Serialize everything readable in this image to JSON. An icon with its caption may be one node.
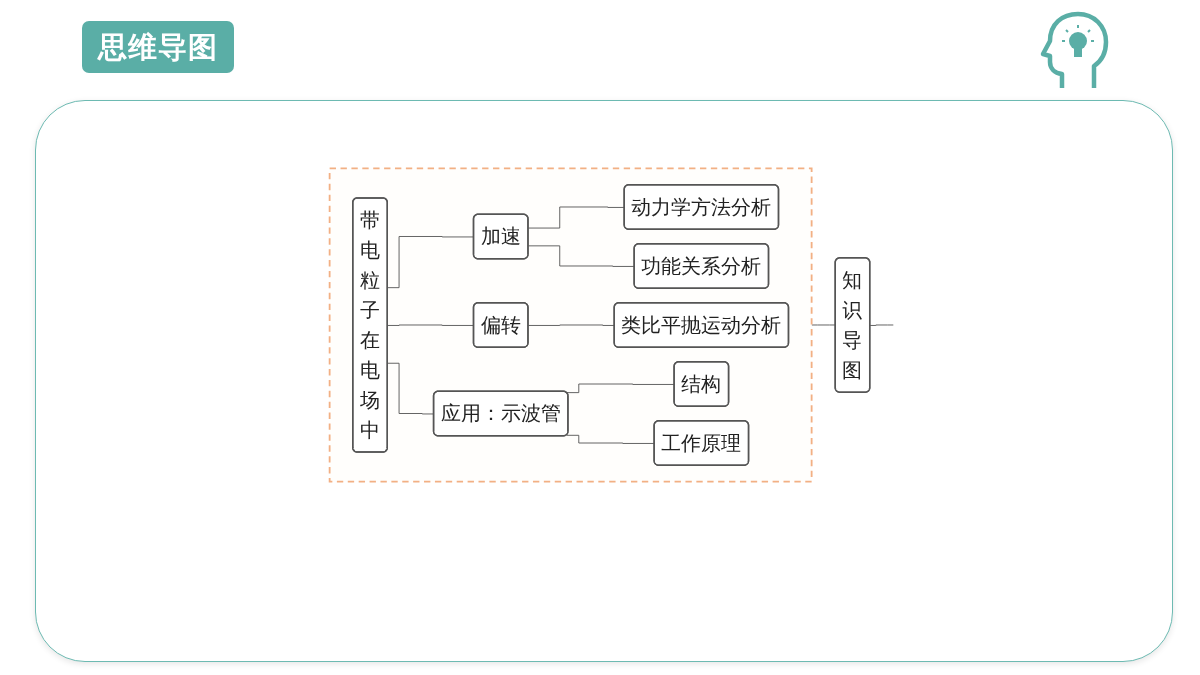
{
  "diagram": {
    "title": "思维导图",
    "nodes": [
      {
        "text": [],
        "shape": "box"
      },
      {
        "text": [
          "带电粒子在电场中"
        ],
        "in": 0
      },
      {
        "text": [
          "加速"
        ],
        "in": 0
      },
      {
        "text": [
          "动力学方法分析"
        ],
        "in": 0
      },
      {
        "text": [
          "功能关系分析"
        ],
        "in": 0
      },
      {
        "text": [
          "偏转"
        ],
        "in": 0
      },
      {
        "text": [
          "类比平抛运动分析"
        ],
        "in": 0
      },
      {
        "text": [
          "应用：示波管"
        ],
        "in": 0
      },
      {
        "text": [
          "结构"
        ],
        "in": 0
      },
      {
        "text": [
          "工作原理"
        ],
        "in": 0
      },
      {
        "text": [
          "知识导图"
        ]
      }
    ],
    "edges": [
      {
        "from": 1,
        "to": 2,
        "arrow": "none"
      },
      {
        "from": 1,
        "to": 5,
        "arrow": "none"
      },
      {
        "from": 1,
        "to": 7,
        "arrow": "none"
      },
      {
        "from": 2,
        "to": 3,
        "arrow": "none"
      },
      {
        "from": 2,
        "to": 4,
        "arrow": "none"
      },
      {
        "from": 5,
        "to": 6,
        "arrow": "none"
      },
      {
        "from": 7,
        "to": 8,
        "arrow": "none"
      },
      {
        "from": 7,
        "to": 9,
        "arrow": "none"
      },
      {
        "from": 0,
        "to": 10,
        "arrow": "none"
      },
      {
        "from": 10,
        "to": null,
        "arrow": "none"
      }
    ]
  }
}
